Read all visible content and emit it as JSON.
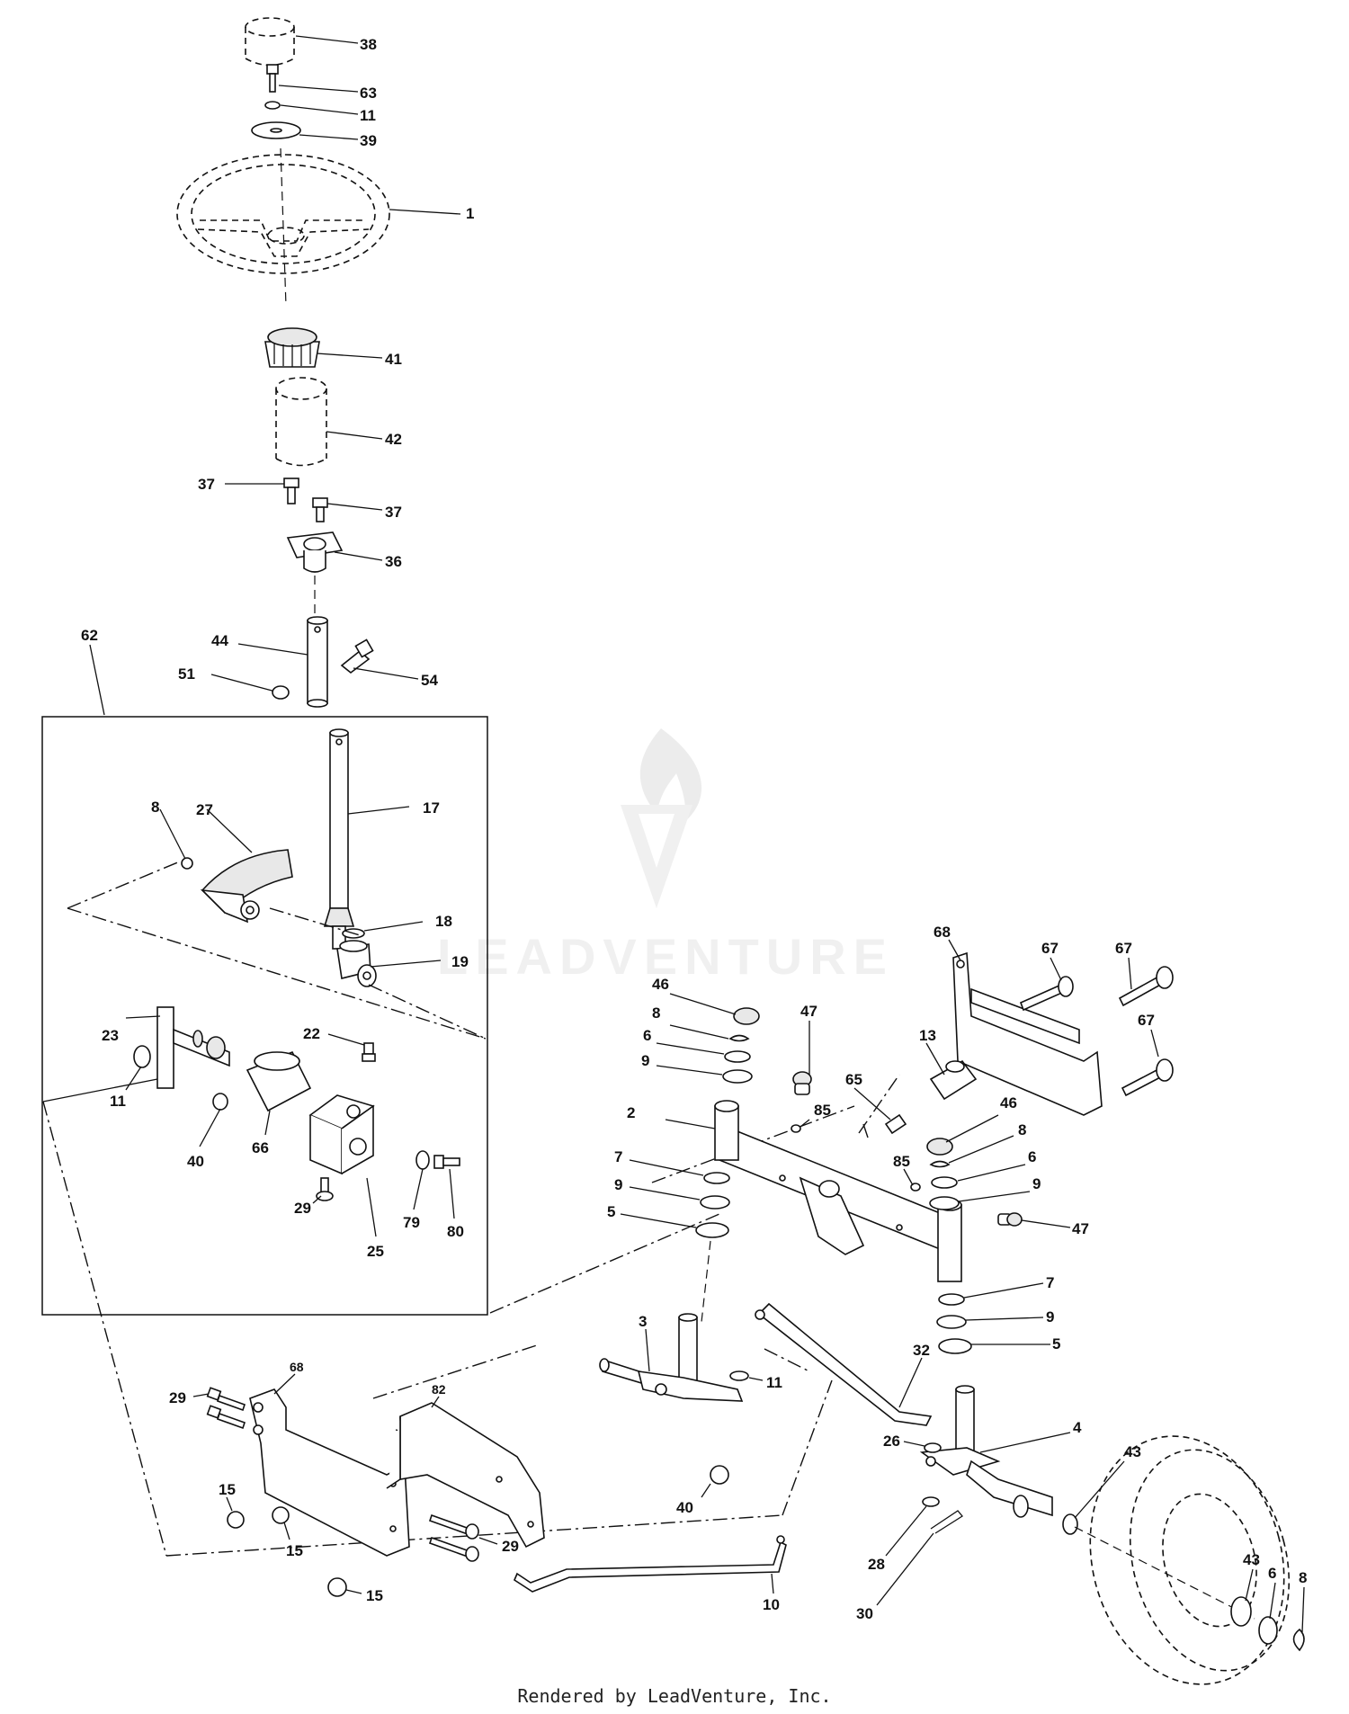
{
  "labels": {
    "p38": "38",
    "p63": "63",
    "p11a": "11",
    "p39": "39",
    "p1": "1",
    "p41": "41",
    "p42": "42",
    "p37a": "37",
    "p37b": "37",
    "p36": "36",
    "p44": "44",
    "p54": "54",
    "p51": "51",
    "p62": "62",
    "p17": "17",
    "p8a": "8",
    "p27": "27",
    "p18": "18",
    "p19": "19",
    "p22": "22",
    "p23": "23",
    "p11b": "11",
    "p40a": "40",
    "p66": "66",
    "p29a": "29",
    "p25": "25",
    "p79": "79",
    "p80": "80",
    "p68a": "68",
    "p67a": "67",
    "p67b": "67",
    "p67c": "67",
    "p13": "13",
    "p46a": "46",
    "p8b": "8",
    "p6a": "6",
    "p9a": "9",
    "p47a": "47",
    "p65": "65",
    "p85a": "85",
    "p2": "2",
    "p46b": "46",
    "p8c": "8",
    "p6b": "6",
    "p9b": "9",
    "p7a": "7",
    "p9c": "9",
    "p5a": "5",
    "p85b": "85",
    "p47b": "47",
    "p7b": "7",
    "p9d": "9",
    "p5b": "5",
    "p3": "3",
    "p11c": "11",
    "p32": "32",
    "p40b": "40",
    "p4": "4",
    "p26": "26",
    "p43a": "43",
    "p28": "28",
    "p30": "30",
    "p43b": "43",
    "p6c": "6",
    "p8d": "8",
    "p10": "10",
    "p29b": "29",
    "p68b": "68",
    "p82": "82",
    "p15a": "15",
    "p15b": "15",
    "p15c": "15",
    "p29c": "29"
  },
  "watermark": {
    "text": "LEADVENTURE"
  },
  "footer": {
    "text": "Rendered by LeadVenture, Inc."
  }
}
